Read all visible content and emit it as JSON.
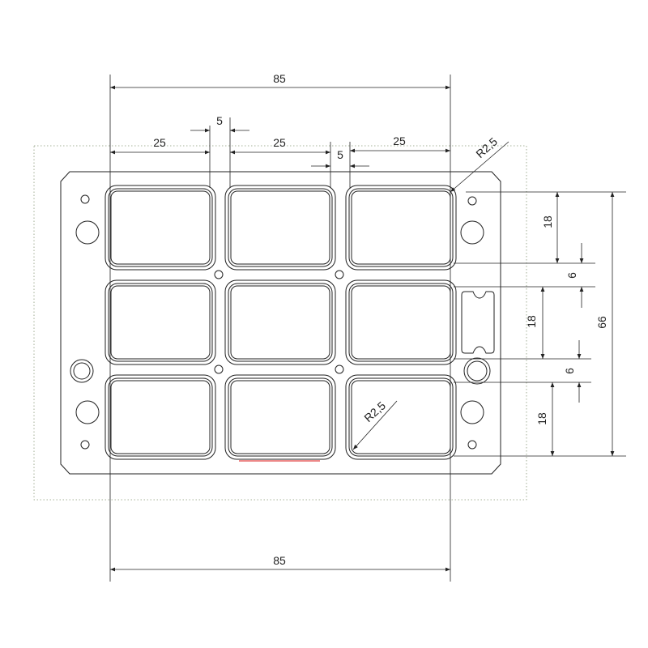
{
  "drawing": {
    "overall_width_top": "85",
    "overall_width_bottom": "85",
    "pocket_width_1": "25",
    "pocket_width_2": "25",
    "pocket_width_3": "25",
    "gap_1": "5",
    "gap_2": "5",
    "radius_top": "R2,5",
    "radius_bottom": "R2,5",
    "pocket_height_1": "18",
    "row_gap_1": "6",
    "pocket_height_2": "18",
    "row_gap_2": "6",
    "pocket_height_3": "18",
    "overall_height": "66",
    "colors": {
      "line": "#222222",
      "highlight": "#e04040",
      "frame": "#8a9a7a"
    }
  }
}
